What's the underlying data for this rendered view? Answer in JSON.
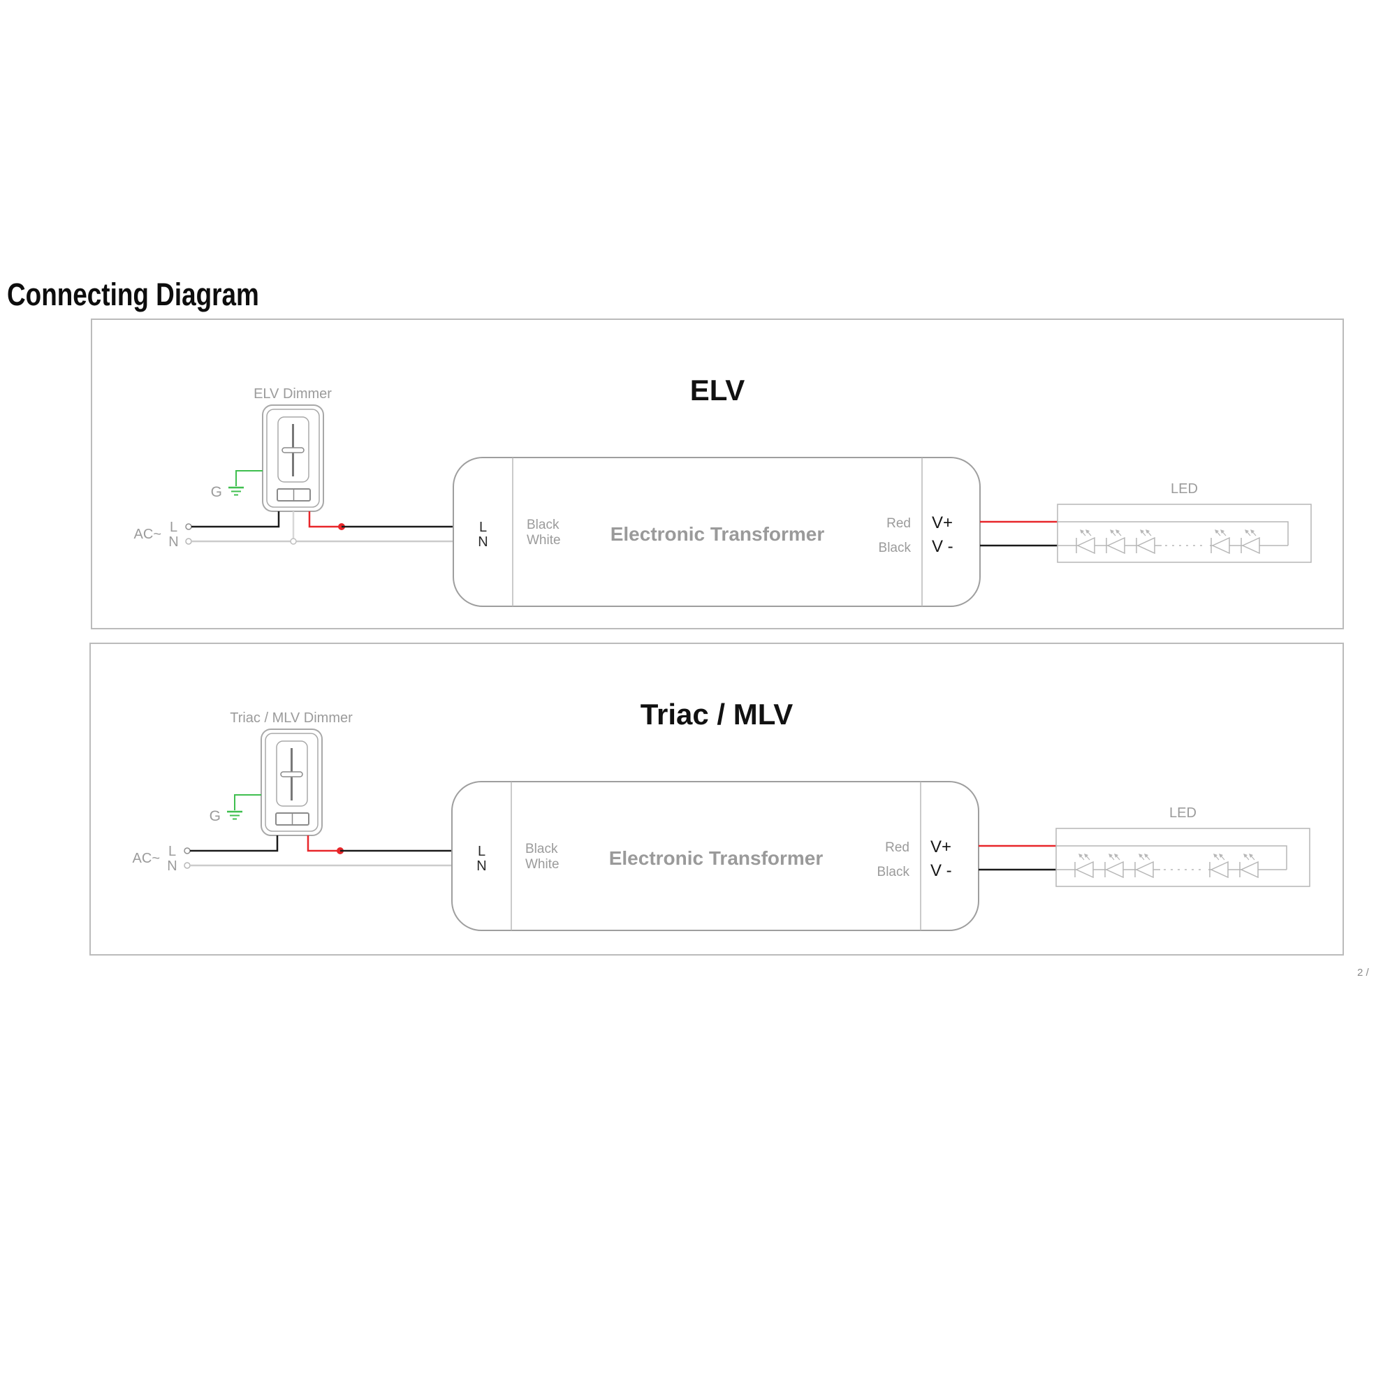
{
  "page": {
    "title": "Connecting Diagram",
    "footer_fragment": "2 /"
  },
  "colors": {
    "hot_wire_red": "#e8262a",
    "ground_wire_green": "#3fbf4f",
    "neutral_wire_gray": "#cccccc",
    "line_wire_black": "#1a1a1a",
    "diagram_outline_gray": "#9e9e9e",
    "label_gray": "#9b9b9b"
  },
  "panels": [
    {
      "title": "ELV",
      "dimmer_label": "ELV Dimmer",
      "ground_label": "G",
      "ac_label": "AC~",
      "line_label": "L",
      "neutral_label": "N",
      "transformer": {
        "terminal_line": "L",
        "terminal_neutral": "N",
        "input_wire_1": "Black",
        "input_wire_2": "White",
        "name": "Electronic Transformer",
        "output_wire_1": "Red",
        "output_wire_2": "Black",
        "terminal_v_plus": "V+",
        "terminal_v_minus": "V -"
      },
      "led_label": "LED"
    },
    {
      "title": "Triac / MLV",
      "dimmer_label": "Triac / MLV Dimmer",
      "ground_label": "G",
      "ac_label": "AC~",
      "line_label": "L",
      "neutral_label": "N",
      "transformer": {
        "terminal_line": "L",
        "terminal_neutral": "N",
        "input_wire_1": "Black",
        "input_wire_2": "White",
        "name": "Electronic Transformer",
        "output_wire_1": "Red",
        "output_wire_2": "Black",
        "terminal_v_plus": "V+",
        "terminal_v_minus": "V -"
      },
      "led_label": "LED"
    }
  ]
}
